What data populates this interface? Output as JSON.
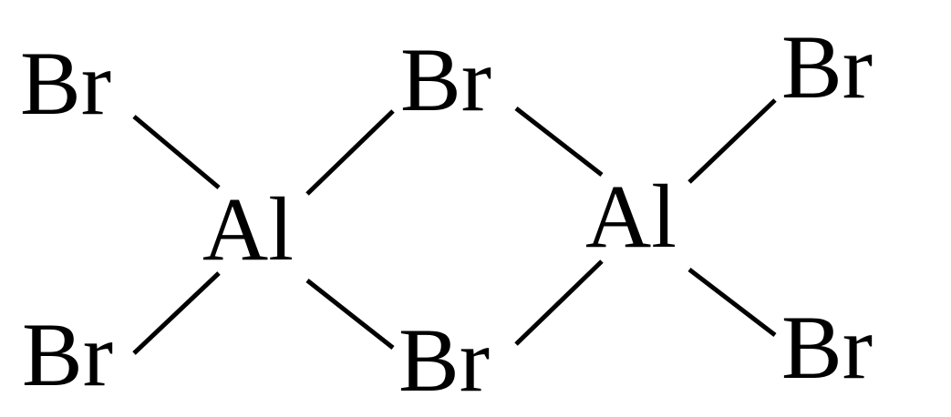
{
  "molecule": {
    "atoms": {
      "br_top_left": "Br",
      "al_left": "Al",
      "br_bottom_left": "Br",
      "br_top_bridge": "Br",
      "br_bottom_bridge": "Br",
      "al_right": "Al",
      "br_top_right": "Br",
      "br_bottom_right": "Br"
    },
    "bonds": [
      {
        "from": "br_top_left",
        "to": "al_left"
      },
      {
        "from": "br_bottom_left",
        "to": "al_left"
      },
      {
        "from": "al_left",
        "to": "br_top_bridge"
      },
      {
        "from": "al_left",
        "to": "br_bottom_bridge"
      },
      {
        "from": "br_top_bridge",
        "to": "al_right"
      },
      {
        "from": "br_bottom_bridge",
        "to": "al_right"
      },
      {
        "from": "al_right",
        "to": "br_top_right"
      },
      {
        "from": "al_right",
        "to": "br_bottom_right"
      }
    ],
    "colors": {
      "ink": "#000000",
      "background": "#ffffff"
    }
  }
}
